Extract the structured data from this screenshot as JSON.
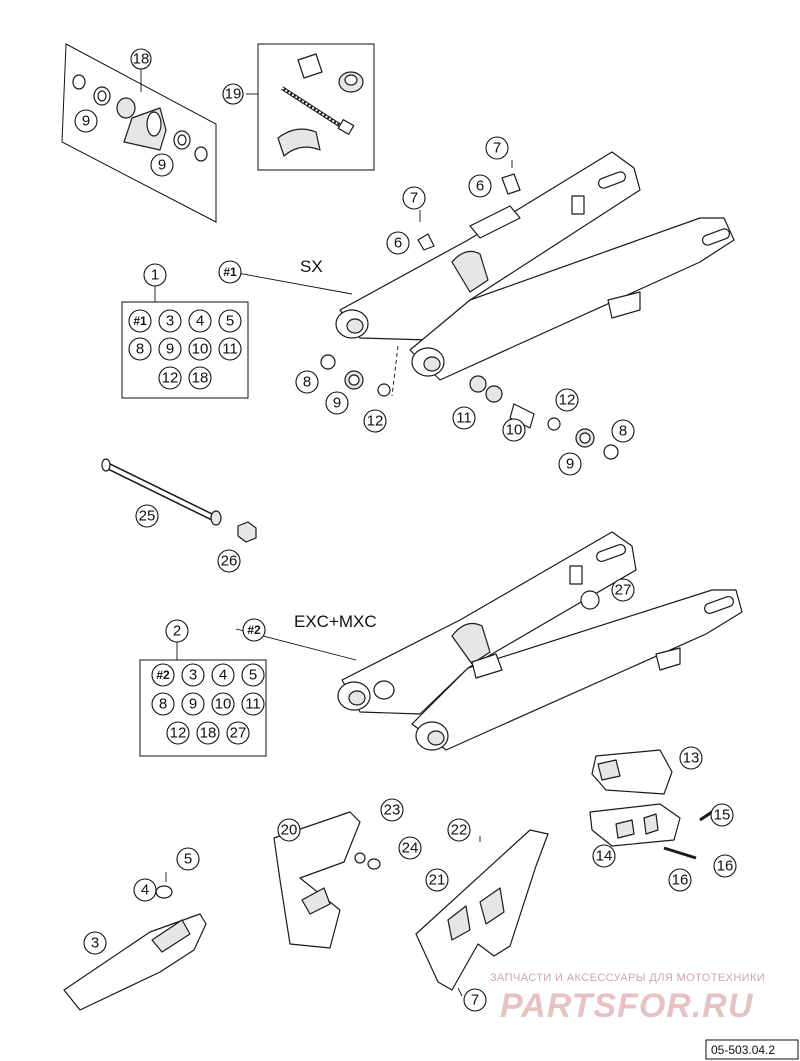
{
  "model_labels": {
    "sx": "SX",
    "exc_mxc": "EXC+MXC"
  },
  "diagram_code": "05-503.04.2",
  "watermark": {
    "subtitle": "ЗАПЧАСТИ И АКСЕССУАРЫ ДЛЯ МОТОТЕХНИКИ",
    "brand": "PARTSFOR.RU"
  },
  "callouts": {
    "c18_top": "18",
    "c19": "19",
    "c9_a": "9",
    "c9_b": "9",
    "c7_a": "7",
    "c6_a": "6",
    "c7_b": "7",
    "c6_b": "6",
    "c1": "1",
    "ref1_sx": "#1",
    "k1_1": "#1",
    "k1_3": "3",
    "k1_4": "4",
    "k1_5": "5",
    "k1_8": "8",
    "k1_9": "9",
    "k1_10": "10",
    "k1_11": "11",
    "k1_12": "12",
    "k1_18": "18",
    "c8_a": "8",
    "c9_c": "9",
    "c12_a": "12",
    "c11": "11",
    "c10": "10",
    "c12_b": "12",
    "c9_d": "9",
    "c8_b": "8",
    "c25": "25",
    "c26": "26",
    "c27": "27",
    "c2": "2",
    "ref2_exc": "#2",
    "k2_2": "#2",
    "k2_3": "3",
    "k2_4": "4",
    "k2_5": "5",
    "k2_8": "8",
    "k2_9": "9",
    "k2_10": "10",
    "k2_11": "11",
    "k2_12": "12",
    "k2_18": "18",
    "k2_27": "27",
    "c13": "13",
    "c15": "15",
    "c14": "14",
    "c16_a": "16",
    "c16_b": "16",
    "c20": "20",
    "c23": "23",
    "c22": "22",
    "c24": "24",
    "c21": "21",
    "c5": "5",
    "c4": "4",
    "c3": "3",
    "c7_c": "7"
  }
}
